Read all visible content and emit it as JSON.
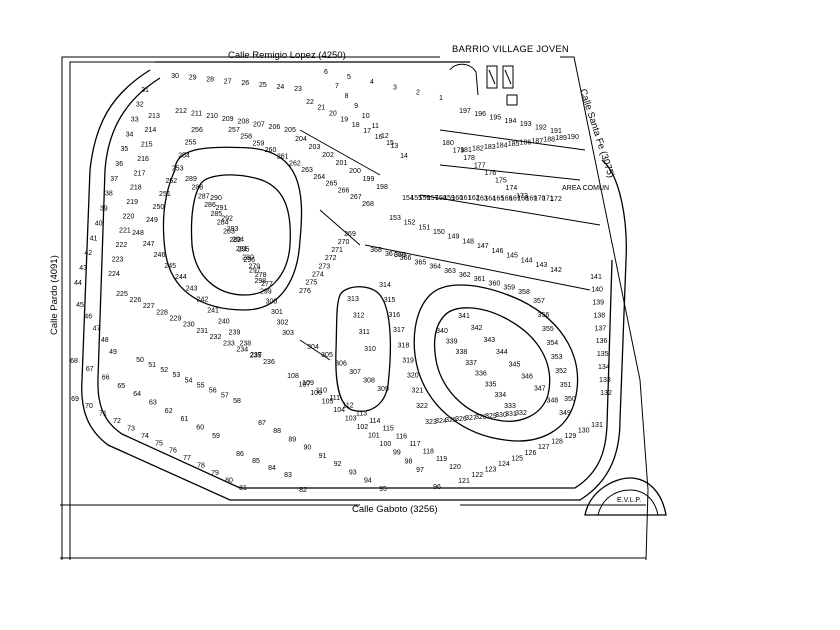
{
  "streets": {
    "north": "Calle Remigio Lopez  (4250)",
    "south": "Calle Gaboto  (3256)",
    "west": "Calle Pardo  (4091)",
    "east": "Calle Santa Fe  (3075)"
  },
  "barrio_name": "BARRIO VILLAGE JOVEN",
  "area_comun": "AREA COMUN",
  "evlp": "E.V.L.P.",
  "lots": [
    "1",
    "2",
    "3",
    "4",
    "5",
    "6",
    "7",
    "8",
    "9",
    "10",
    "11",
    "12",
    "13",
    "14",
    "15",
    "16",
    "17",
    "18",
    "19",
    "20",
    "21",
    "22",
    "23",
    "24",
    "25",
    "26",
    "27",
    "28",
    "29",
    "30",
    "31",
    "32",
    "33",
    "34",
    "35",
    "36",
    "37",
    "38",
    "39",
    "40",
    "41",
    "42",
    "43",
    "44",
    "45",
    "46",
    "47",
    "48",
    "49",
    "50",
    "51",
    "52",
    "53",
    "54",
    "55",
    "56",
    "57",
    "58",
    "59",
    "60",
    "61",
    "62",
    "63",
    "64",
    "65",
    "66",
    "67",
    "68",
    "69",
    "70",
    "71",
    "72",
    "73",
    "74",
    "75",
    "76",
    "77",
    "78",
    "79",
    "80",
    "81",
    "82",
    "83",
    "84",
    "85",
    "86",
    "87",
    "88",
    "89",
    "90",
    "91",
    "92",
    "93",
    "94",
    "95",
    "96",
    "97",
    "98",
    "99",
    "100",
    "101",
    "102",
    "103",
    "104",
    "105",
    "106",
    "107",
    "108",
    "109",
    "110",
    "111",
    "112",
    "113",
    "114",
    "115",
    "116",
    "117",
    "118",
    "119",
    "120",
    "121",
    "122",
    "123",
    "124",
    "125",
    "126",
    "127",
    "128",
    "129",
    "130",
    "131",
    "132",
    "133",
    "134",
    "135",
    "136",
    "137",
    "138",
    "139",
    "140",
    "141",
    "142",
    "143",
    "144",
    "145",
    "146",
    "147",
    "148",
    "149",
    "150",
    "151",
    "152",
    "153",
    "154",
    "155",
    "156",
    "157",
    "158",
    "159",
    "160",
    "161",
    "162",
    "163",
    "164",
    "165",
    "166",
    "167",
    "168",
    "169",
    "170",
    "171",
    "172",
    "173",
    "174",
    "175",
    "176",
    "177",
    "178",
    "179",
    "180",
    "181",
    "182",
    "183",
    "184",
    "185",
    "186",
    "187",
    "188",
    "189",
    "190",
    "191",
    "192",
    "193",
    "194",
    "195",
    "196",
    "197",
    "198",
    "199",
    "200",
    "201",
    "202",
    "203",
    "204",
    "205",
    "206",
    "207",
    "208",
    "209",
    "210",
    "211",
    "212",
    "213",
    "214",
    "215",
    "216",
    "217",
    "218",
    "219",
    "220",
    "221",
    "222",
    "223",
    "224",
    "225",
    "226",
    "227",
    "228",
    "229",
    "230",
    "231",
    "232",
    "233",
    "234",
    "235",
    "236",
    "237",
    "238",
    "239",
    "240",
    "241",
    "242",
    "243",
    "244",
    "245",
    "246",
    "247",
    "248",
    "249",
    "250",
    "251",
    "252",
    "253",
    "254",
    "255",
    "256",
    "257",
    "258",
    "259",
    "260",
    "261",
    "262",
    "263",
    "264",
    "265",
    "266",
    "267",
    "268",
    "269",
    "270",
    "271",
    "272",
    "273",
    "274",
    "275",
    "276",
    "277",
    "278",
    "279",
    "280",
    "281",
    "282",
    "283",
    "284",
    "285",
    "286",
    "287",
    "288",
    "289",
    "290",
    "291",
    "292",
    "293",
    "294",
    "295",
    "296",
    "297",
    "298",
    "299",
    "300",
    "301",
    "302",
    "303",
    "304",
    "305",
    "306",
    "307",
    "308",
    "309",
    "310",
    "311",
    "312",
    "313",
    "314",
    "315",
    "316",
    "317",
    "318",
    "319",
    "320",
    "321",
    "322",
    "323",
    "324",
    "325",
    "326",
    "327",
    "328",
    "329",
    "330",
    "331",
    "332",
    "333",
    "334",
    "335",
    "336",
    "337",
    "338",
    "339",
    "340",
    "341",
    "342",
    "343",
    "344",
    "345",
    "346",
    "347",
    "348",
    "349",
    "350",
    "351",
    "352",
    "353",
    "354",
    "355",
    "356",
    "357",
    "358",
    "359",
    "360",
    "361",
    "362",
    "363",
    "364",
    "365",
    "366",
    "367",
    "368",
    "369",
    "370"
  ]
}
